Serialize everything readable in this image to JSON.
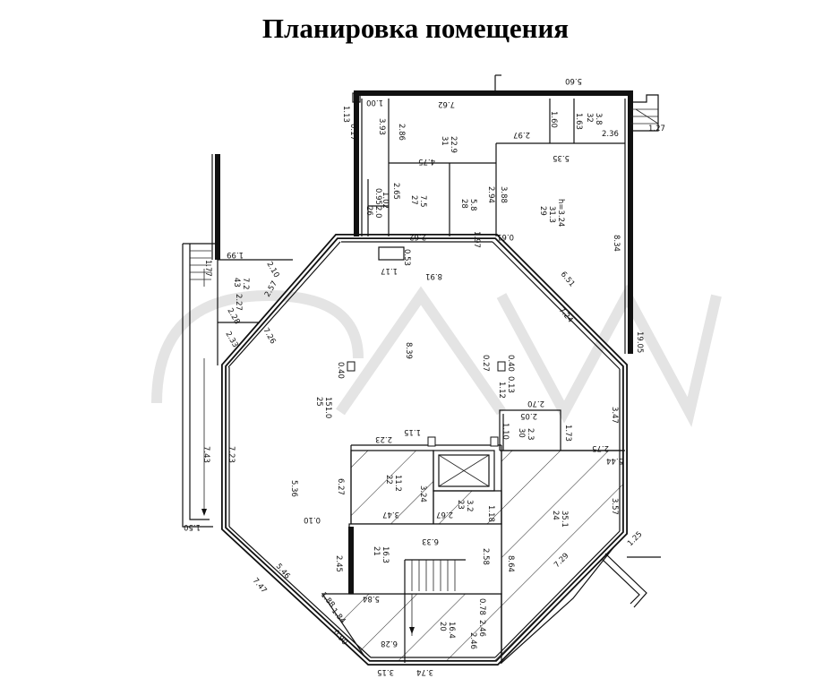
{
  "title": "Планировка помещения",
  "rooms": [
    {
      "id": "r31",
      "number": "31",
      "area": "22.9"
    },
    {
      "id": "r32",
      "number": "32",
      "area": "3.8"
    },
    {
      "id": "r26",
      "number": "26",
      "area": "2.0"
    },
    {
      "id": "r27",
      "number": "27",
      "area": "7.5"
    },
    {
      "id": "r28",
      "number": "28",
      "area": "5.8"
    },
    {
      "id": "r29",
      "number": "29",
      "area": "31.3",
      "extra": "h=3.24"
    },
    {
      "id": "r43",
      "number": "43",
      "area": "7.2"
    },
    {
      "id": "r25",
      "number": "25",
      "area": "151.0"
    },
    {
      "id": "r30",
      "number": "30",
      "area": "2.3"
    },
    {
      "id": "r22",
      "number": "22",
      "area": "11.2"
    },
    {
      "id": "r23",
      "number": "23",
      "area": "3.2"
    },
    {
      "id": "r24",
      "number": "24",
      "area": "35.1"
    },
    {
      "id": "r21",
      "number": "21",
      "area": "16.3"
    },
    {
      "id": "r20",
      "number": "20",
      "area": "16.4"
    }
  ],
  "dimensions": [
    "1.13",
    "0.17",
    "1.00",
    "3.93",
    "2.86",
    "7.62",
    "5.60",
    "1.60",
    "1.63",
    "2.36",
    "1.27",
    "2.97",
    "4.75",
    "5.35",
    "1.02",
    "0.95",
    "2.65",
    "2.62",
    "2.94",
    "1.97",
    "3.88",
    "0.61",
    "8.34",
    "1.99",
    "1.77",
    "2.10",
    "2.57",
    "2.27",
    "2.28",
    "2.33",
    "7.26",
    "0.53",
    "1.17",
    "8.91",
    "6.51",
    "7.24",
    "19.05",
    "0.40",
    "8.39",
    "0.27",
    "0.40",
    "0.13",
    "1.12",
    "2.70",
    "2.05",
    "1.10",
    "1.73",
    "3.47",
    "2.23",
    "1.15",
    "2.75",
    "5.44",
    "7.43",
    "7.23",
    "5.36",
    "6.27",
    "3.24",
    "3.47",
    "2.67",
    "1.18",
    "3.57",
    "1.50",
    "0.10",
    "6.33",
    "2.45",
    "2.58",
    "8.64",
    "1.25",
    "7.29",
    "5.46",
    "7.47",
    "1.88",
    "5.84",
    "0.78",
    "1.84",
    "2.46",
    "2.46",
    "0.90",
    "6.28",
    "3.15",
    "3.74"
  ]
}
